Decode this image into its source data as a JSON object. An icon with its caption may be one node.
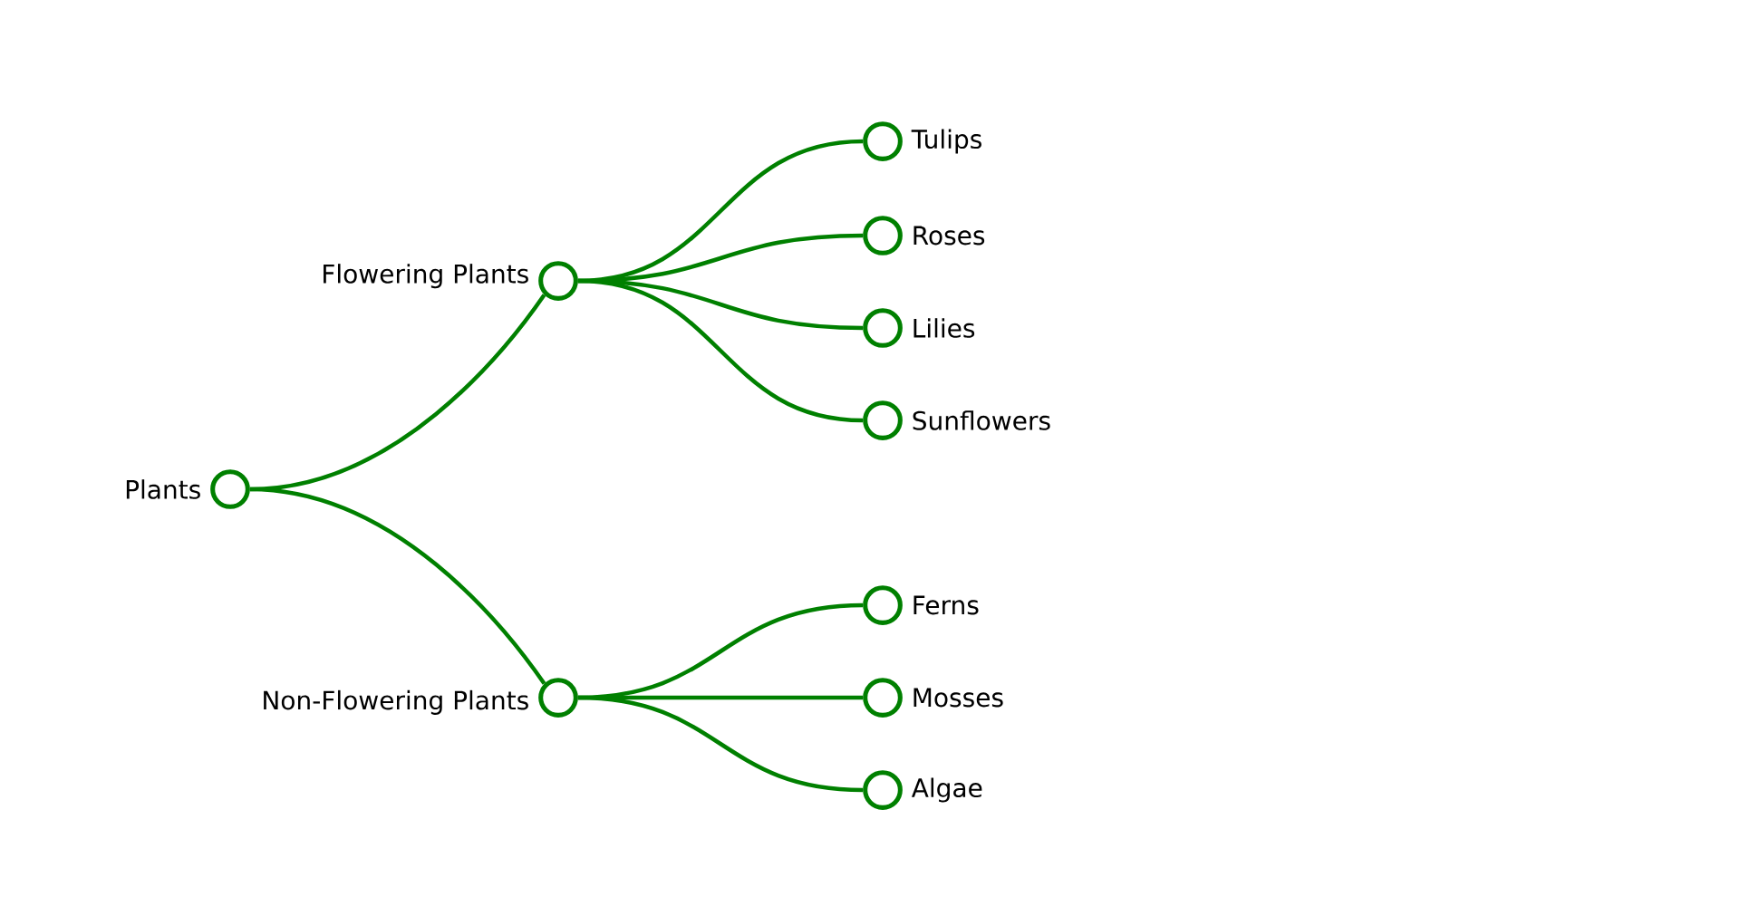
{
  "diagram": {
    "nodes": [
      {
        "text": [
          "Plants"
        ]
      },
      {
        "text": [
          "Flowering Plants"
        ]
      },
      {
        "text": [
          "Tulips"
        ]
      },
      {
        "text": [
          "Roses"
        ]
      },
      {
        "text": [
          "Lilies"
        ]
      },
      {
        "text": [
          "Sunflowers"
        ]
      },
      {
        "text": [
          "Non-Flowering Plants"
        ]
      },
      {
        "text": [
          "Ferns"
        ]
      },
      {
        "text": [
          "Mosses"
        ]
      },
      {
        "text": [
          "Algae"
        ]
      }
    ],
    "edges": [
      {
        "from": 0,
        "to": 1,
        "arrow": "none"
      },
      {
        "from": 1,
        "to": 2,
        "arrow": "none"
      },
      {
        "from": 1,
        "to": 3,
        "arrow": "none"
      },
      {
        "from": 1,
        "to": 4,
        "arrow": "none"
      },
      {
        "from": 1,
        "to": 5,
        "arrow": "none"
      },
      {
        "from": 0,
        "to": 6,
        "arrow": "none"
      },
      {
        "from": 6,
        "to": 7,
        "arrow": "none"
      },
      {
        "from": 6,
        "to": 8,
        "arrow": "none"
      },
      {
        "from": 6,
        "to": 9,
        "arrow": "none"
      }
    ]
  }
}
